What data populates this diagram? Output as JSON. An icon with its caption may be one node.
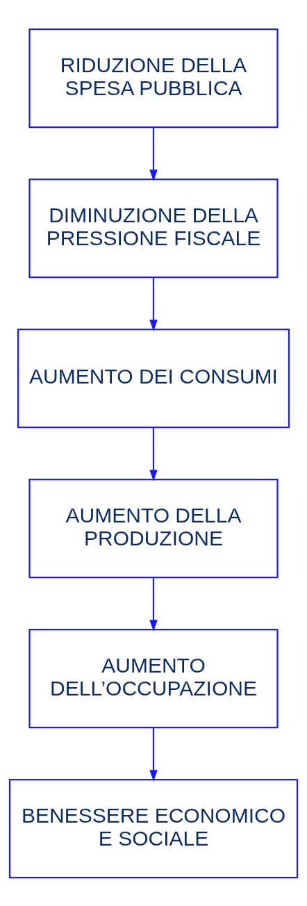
{
  "diagram": {
    "nodes": [
      {
        "text": [
          "RIDUZIONE DELLA SPESA PUBBLICA"
        ]
      },
      {
        "text": [
          "DIMINUZIONE DELLA PRESSIONE FISCALE"
        ]
      },
      {
        "text": [
          "AUMENTO DEI CONSUMI"
        ]
      },
      {
        "text": [
          "AUMENTO DELLA PRODUZIONE"
        ]
      },
      {
        "text": [
          "AUMENTO DELL’OCCUPAZIONE"
        ]
      },
      {
        "text": [
          "BENESSERE ECONOMICO E SOCIALE"
        ]
      }
    ],
    "edges": [
      {
        "from": 0,
        "to": 1,
        "arrow": "to"
      },
      {
        "from": 1,
        "to": 2,
        "arrow": "to"
      },
      {
        "from": 2,
        "to": 3,
        "arrow": "to"
      },
      {
        "from": 3,
        "to": 4,
        "arrow": "to"
      },
      {
        "from": 4,
        "to": 5,
        "arrow": "to"
      }
    ]
  }
}
